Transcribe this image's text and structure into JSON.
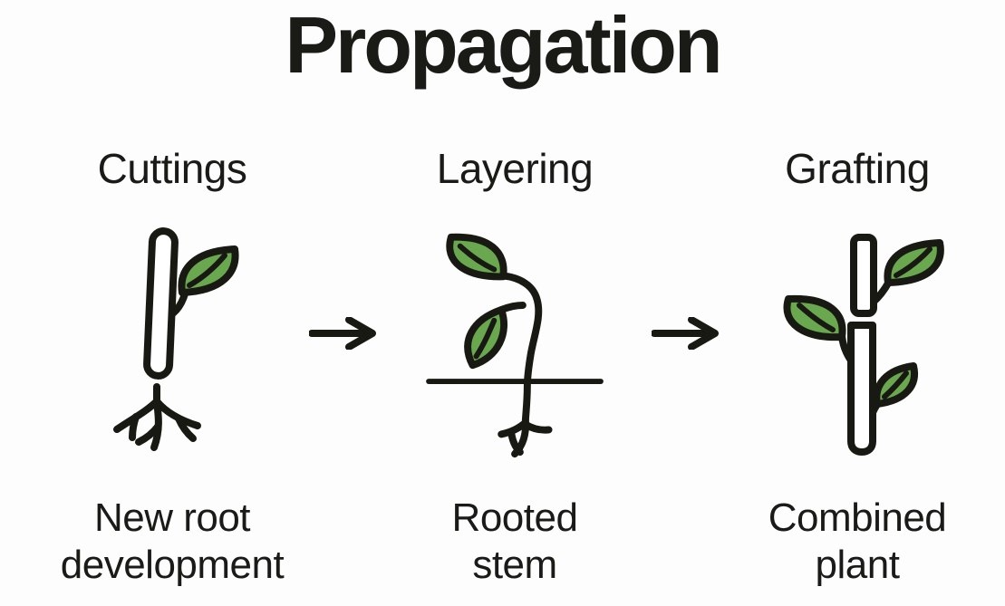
{
  "title": "Propagation",
  "methods": [
    {
      "label": "Cuttings",
      "caption_line1": "New root",
      "caption_line2": "development",
      "icon": "stem-cutting-with-leaf-and-new-roots-icon"
    },
    {
      "label": "Layering",
      "caption_line1": "Rooted",
      "caption_line2": "stem",
      "icon": "bent-stem-rooted-through-soil-icon"
    },
    {
      "label": "Grafting",
      "caption_line1": "Combined",
      "caption_line2": "plant",
      "icon": "grafted-split-stem-with-leaves-icon"
    }
  ],
  "arrows": {
    "glyph": "→",
    "count": 2
  },
  "colors": {
    "leaf_green": "#69a84f",
    "line_black": "#191913",
    "text": "#1a1a17",
    "background": "#fdfdfd"
  }
}
